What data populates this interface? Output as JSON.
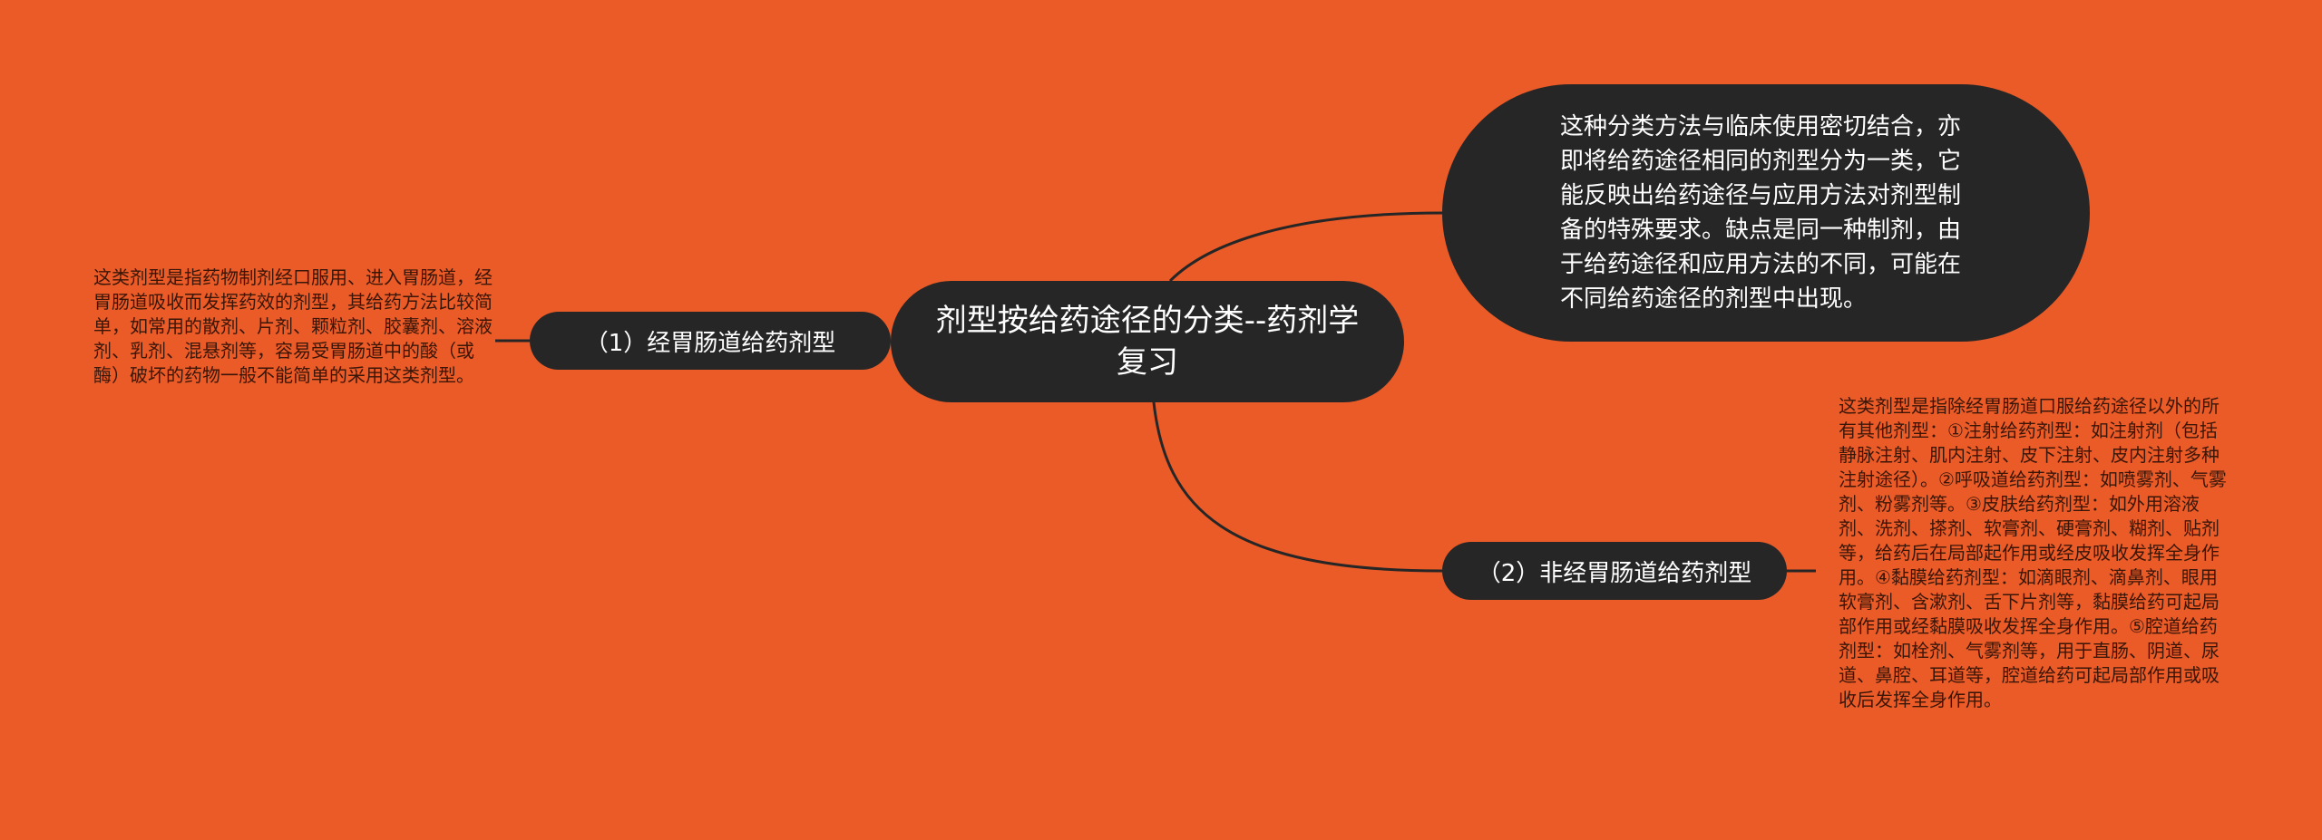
{
  "theme": {
    "background": "#EA5B28",
    "node": "#262626",
    "node_text": "#FFFFFF",
    "note_text": "#3A1608",
    "line": "#262626"
  },
  "mindmap": {
    "central": {
      "text": "剂型按给药途径的分类--药剂学复习"
    },
    "overview": {
      "text": "这种分类方法与临床使用密切结合，亦即将给药途径相同的剂型分为一类，它能反映出给药途径与应用方法对剂型制备的特殊要求。缺点是同一种制剂，由于给药途径和应用方法的不同，可能在不同给药途径的剂型中出现。"
    },
    "branches": [
      {
        "label": "（1）经胃肠道给药剂型",
        "detail": "这类剂型是指药物制剂经口服用、进入胃肠道，经胃肠道吸收而发挥药效的剂型，其给药方法比较简单，如常用的散剂、片剂、颗粒剂、胶囊剂、溶液剂、乳剂、混悬剂等，容易受胃肠道中的酸（或酶）破坏的药物一般不能简单的采用这类剂型。"
      },
      {
        "label": "（2）非经胃肠道给药剂型",
        "detail": "这类剂型是指除经胃肠道口服给药途径以外的所有其他剂型：①注射给药剂型：如注射剂（包括静脉注射、肌内注射、皮下注射、皮内注射多种注射途径）。②呼吸道给药剂型：如喷雾剂、气雾剂、粉雾剂等。③皮肤给药剂型：如外用溶液剂、洗剂、搽剂、软膏剂、硬膏剂、糊剂、贴剂等，给药后在局部起作用或经皮吸收发挥全身作用。④黏膜给药剂型：如滴眼剂、滴鼻剂、眼用软膏剂、含漱剂、舌下片剂等，黏膜给药可起局部作用或经黏膜吸收发挥全身作用。⑤腔道给药剂型：如栓剂、气雾剂等，用于直肠、阴道、尿道、鼻腔、耳道等，腔道给药可起局部作用或吸收后发挥全身作用。"
      }
    ]
  }
}
